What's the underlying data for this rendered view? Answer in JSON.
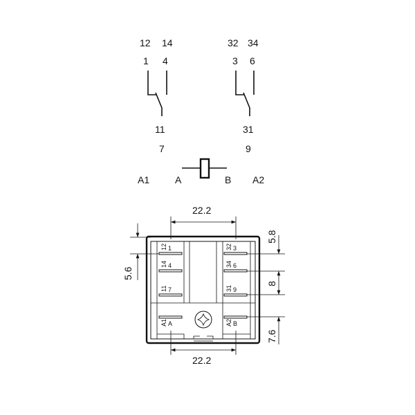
{
  "schematic": {
    "contact_left": {
      "nc": "12",
      "no": "14",
      "nc_pin": "1",
      "no_pin": "4",
      "common": "11",
      "common_pin": "7"
    },
    "contact_right": {
      "nc": "32",
      "no": "34",
      "nc_pin": "3",
      "no_pin": "6",
      "common": "31",
      "common_pin": "9"
    },
    "coil": {
      "left_terminal": "A1",
      "left_pin": "A",
      "right_terminal": "A2",
      "right_pin": "B"
    }
  },
  "footprint": {
    "pins_left": [
      {
        "terminal": "12",
        "pin": "1"
      },
      {
        "terminal": "14",
        "pin": "4"
      },
      {
        "terminal": "11",
        "pin": "7"
      },
      {
        "terminal": "A1",
        "pin": "A"
      }
    ],
    "pins_right": [
      {
        "terminal": "32",
        "pin": "3"
      },
      {
        "terminal": "34",
        "pin": "6"
      },
      {
        "terminal": "31",
        "pin": "9"
      },
      {
        "terminal": "A2",
        "pin": "B"
      }
    ],
    "dimensions": {
      "top_width": "22.2",
      "bottom_width": "22.2",
      "left_offset": "5.6",
      "right_top": "5.8",
      "right_mid": "8",
      "right_bottom": "7.6"
    }
  }
}
